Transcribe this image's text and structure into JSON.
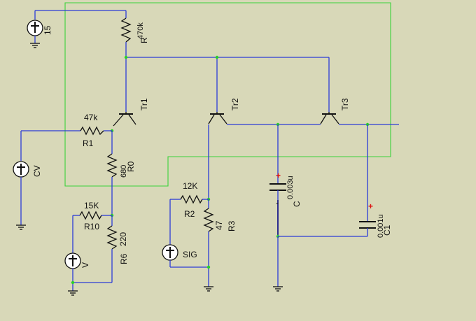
{
  "labels": {
    "src_top_value": "15",
    "r_top_value": "470k",
    "r_top_name": "R",
    "tr1": "Tr1",
    "tr2": "Tr2",
    "tr3": "Tr3",
    "r1_value": "47k",
    "r1_name": "R1",
    "r0_value": "680",
    "r0_name": "R0",
    "cv_name": "CV",
    "r10_value": "15K",
    "r10_name": "R10",
    "r6_value": "220",
    "r6_name": "R6",
    "v_name": "V",
    "r2_value": "12K",
    "r2_name": "R2",
    "r3_value": "47",
    "r3_name": "R3",
    "sig_name": "SIG",
    "c_value": "0.003u",
    "c_name": "C",
    "c1_value": "0.001u",
    "c1_name": "C1"
  },
  "colors": {
    "background": "#d8d8b8",
    "wire": "#2b3bd6",
    "highlight_wire": "#3ad23a",
    "node_dot": "#2ad02a",
    "polarity_mark": "#d11111"
  }
}
